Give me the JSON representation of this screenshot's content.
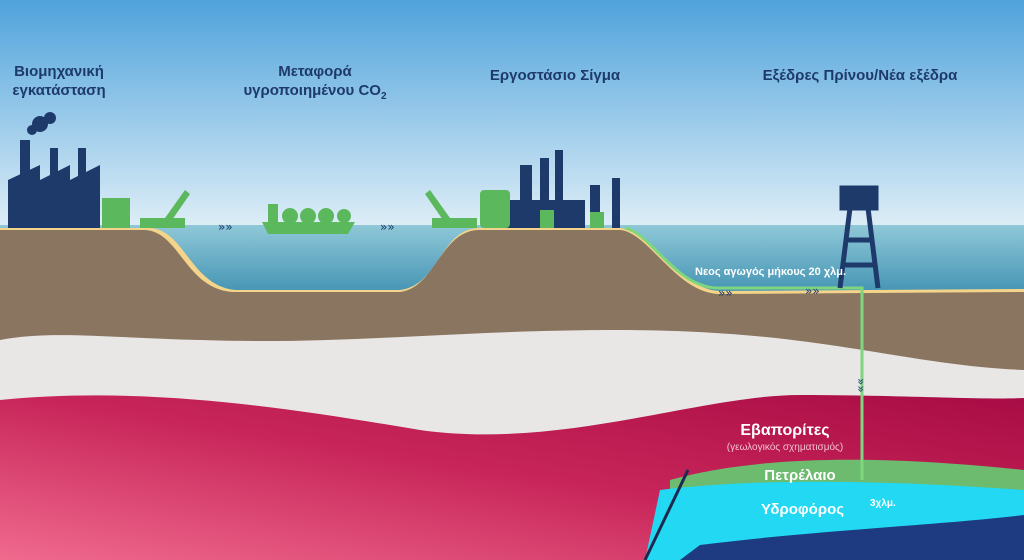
{
  "stages": {
    "industrial": {
      "line1": "Βιομηχανική",
      "line2": "εγκατάσταση"
    },
    "transport": {
      "line1": "Μεταφορά",
      "line2": "υγροποιημένου CO",
      "subscript": "2"
    },
    "plant": {
      "label": "Εργοστάσιο Σίγμα"
    },
    "platform": {
      "label": "Εξέδρες Πρίνου/Νέα εξέδρα"
    }
  },
  "pipeline": {
    "label": "Νεος αγωγός μήκους 20 χλμ."
  },
  "layers": {
    "evaporites": {
      "label": "Εβαπορίτες",
      "sub": "(γεωλογικός σχηματισμός)"
    },
    "oil": {
      "label": "Πετρέλαιο"
    },
    "aquifer": {
      "label": "Υδροφόρος"
    }
  },
  "depth": {
    "label": "3χλμ."
  },
  "colors": {
    "navy": "#1d3a6b",
    "green": "#5cb85c",
    "land": "#8a7560",
    "sand": "#f3d48a",
    "evaporite": "#b0124a",
    "aquifer": "#22d8f2"
  }
}
